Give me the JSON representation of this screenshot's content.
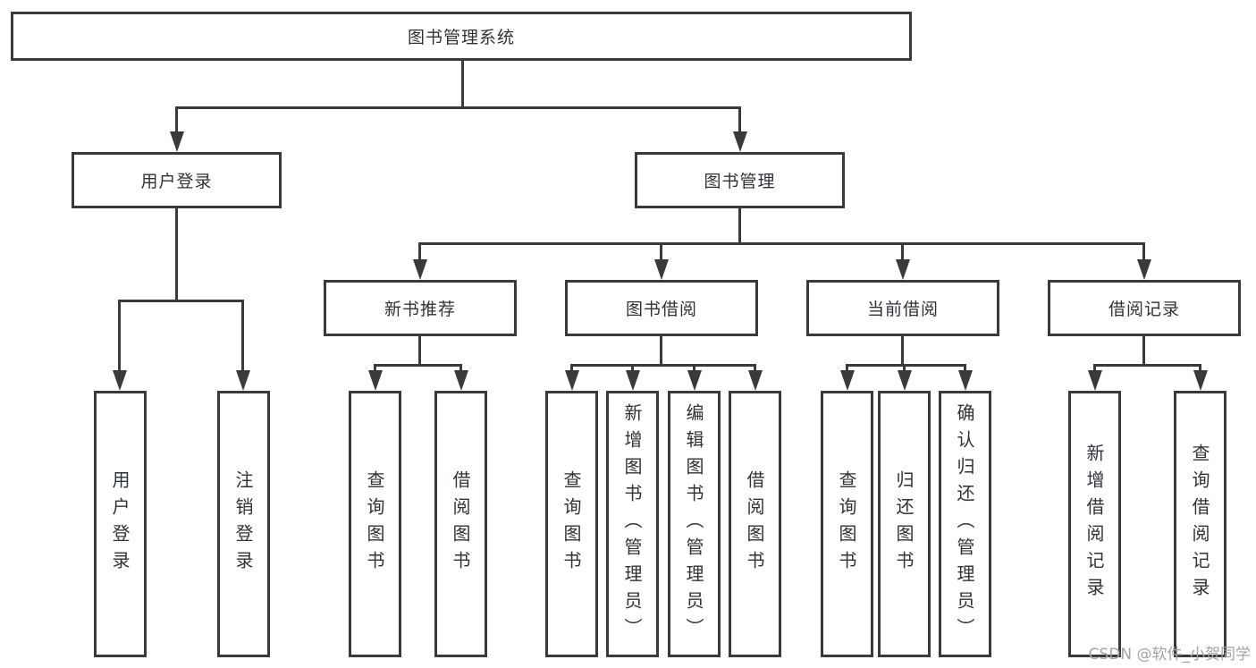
{
  "tree": {
    "root": "图书管理系统",
    "user_login": {
      "label": "用户登录",
      "children": [
        "用户登录",
        "注销登录"
      ]
    },
    "book_mgmt": {
      "label": "图书管理",
      "groups": [
        {
          "label": "新书推荐",
          "children": [
            "查询图书",
            "借阅图书"
          ]
        },
        {
          "label": "图书借阅",
          "children": [
            "查询图书",
            "新增图书（管理员）",
            "编辑图书（管理员）",
            "借阅图书"
          ]
        },
        {
          "label": "当前借阅",
          "children": [
            "查询图书",
            "归还图书",
            "确认归还（管理员）"
          ]
        },
        {
          "label": "借阅记录",
          "children": [
            "新增借阅记录",
            "查询借阅记录"
          ]
        }
      ]
    }
  },
  "watermark": {
    "text": "CSDN @软件_小贺同学"
  },
  "colors": {
    "line": "#3a3a3a",
    "text": "#2e3338",
    "watermark": "#a3a3a3",
    "background": "#ffffff"
  }
}
